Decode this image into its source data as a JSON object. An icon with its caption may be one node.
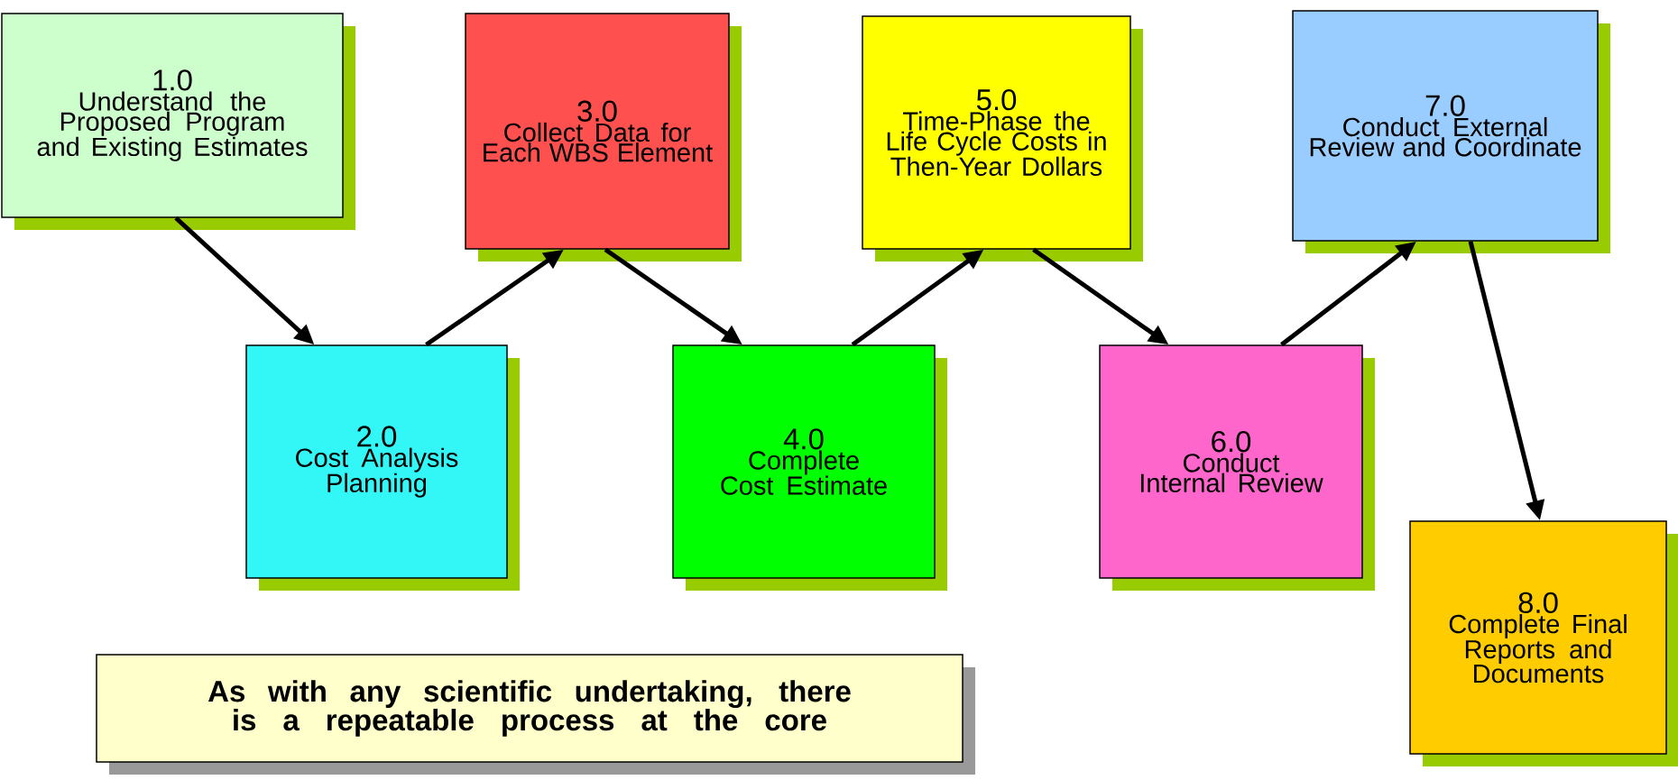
{
  "diagram": {
    "nodes": [
      {
        "text": [
          "1.0",
          "Understand the Proposed Program and Existing Estimates"
        ]
      },
      {
        "text": [
          "2.0",
          "Cost Analysis Planning"
        ]
      },
      {
        "text": [
          "3.0",
          "Collect Data for Each WBS Element"
        ]
      },
      {
        "text": [
          "4.0",
          "Complete Cost Estimate"
        ]
      },
      {
        "text": [
          "5.0",
          "Time-Phase the Life Cycle Costs in Then-Year Dollars"
        ]
      },
      {
        "text": [
          "6.0",
          "Conduct Internal Review"
        ]
      },
      {
        "text": [
          "7.0",
          "Conduct External Review and Coordinate"
        ]
      },
      {
        "text": [
          "8.0",
          "Complete Final Reports and Documents"
        ]
      },
      {
        "text": [
          "As with any scientific undertaking, there is a repeatable process at the core"
        ]
      }
    ],
    "edges": [
      {
        "from": 0,
        "to": 1,
        "arrow": "to"
      },
      {
        "from": 1,
        "to": 2,
        "arrow": "to"
      },
      {
        "from": 2,
        "to": 3,
        "arrow": "to"
      },
      {
        "from": 3,
        "to": 4,
        "arrow": "to"
      },
      {
        "from": 4,
        "to": 5,
        "arrow": "to"
      },
      {
        "from": 5,
        "to": 6,
        "arrow": "to"
      },
      {
        "from": 6,
        "to": 7,
        "arrow": "to"
      }
    ]
  }
}
